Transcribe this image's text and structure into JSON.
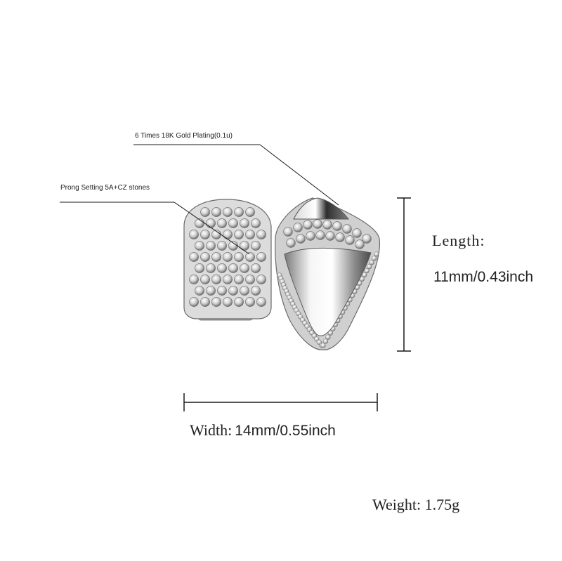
{
  "annotations": {
    "plating": "6 Times  18K  Gold  Plating(0.1u)",
    "setting": "Prong Setting 5A+CZ stones"
  },
  "dimensions": {
    "length_label": "Length:",
    "length_value": "11mm/0.43inch",
    "width_label": "Width:",
    "width_value": "14mm/0.55inch",
    "weight_label": "Weight:",
    "weight_value": "1.75g"
  },
  "colors": {
    "text": "#222222",
    "line": "#1a1a1a",
    "metal_light": "#f4f4f4",
    "metal_mid": "#bdbdbd",
    "metal_dark": "#555555"
  }
}
